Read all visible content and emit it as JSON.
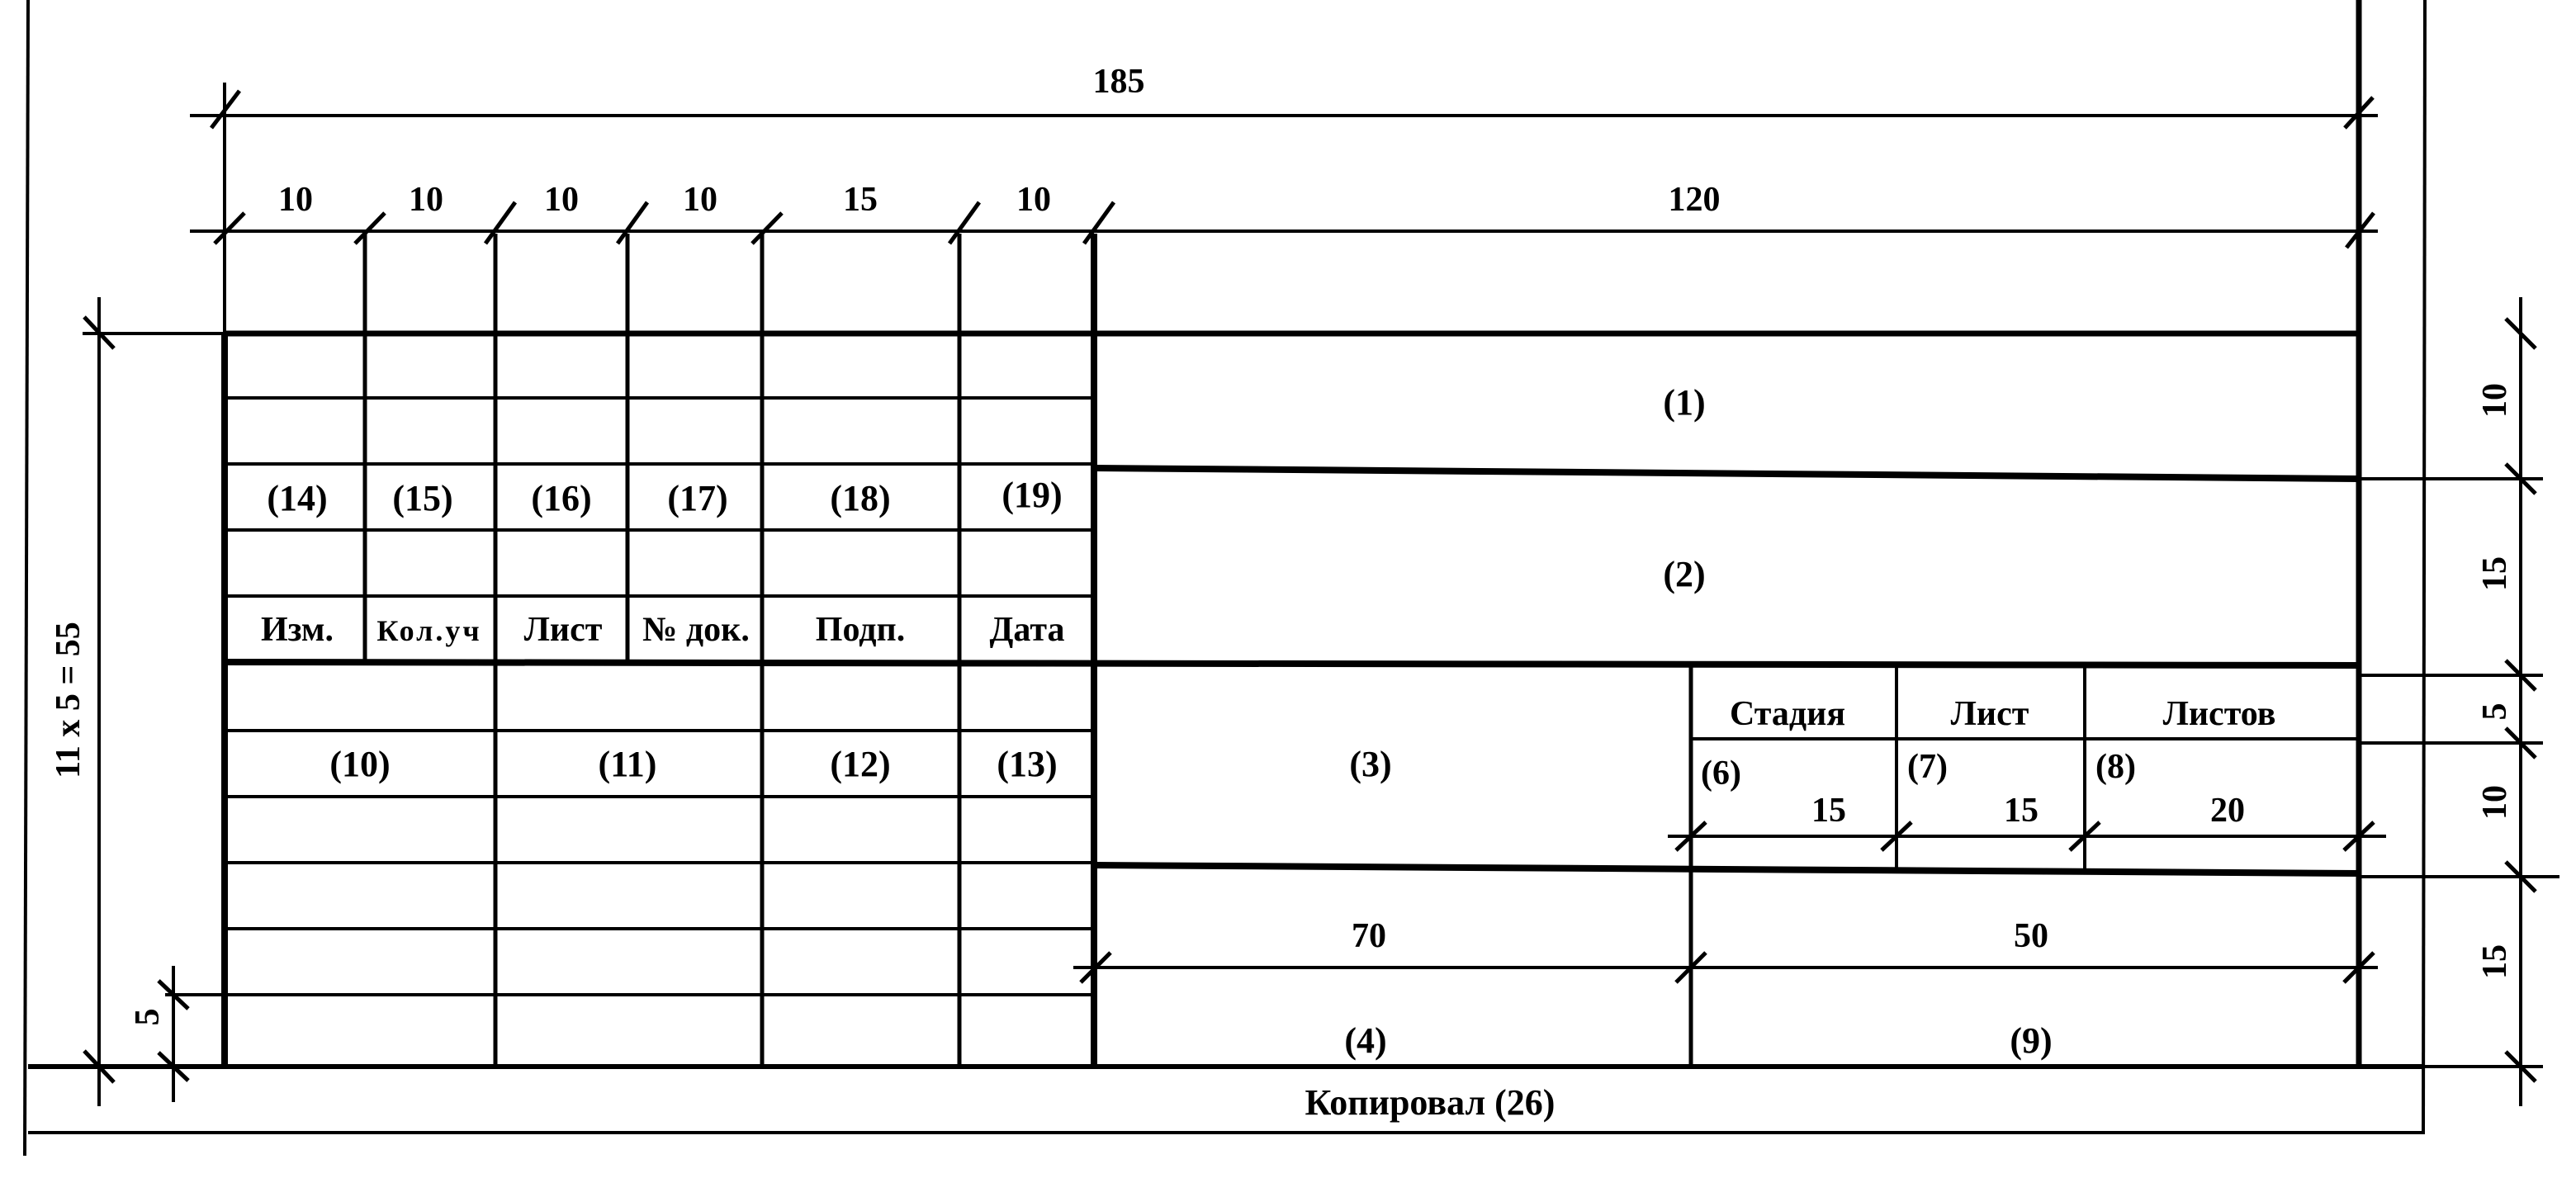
{
  "dimensions": {
    "overall_width": "185",
    "columns_top": [
      "10",
      "10",
      "10",
      "10",
      "15",
      "10"
    ],
    "right_block": "120",
    "row_heights": [
      "10",
      "15",
      "5",
      "10",
      "15"
    ],
    "total_height": "11 x 5 = 55",
    "row_pitch": "5",
    "bottom_left": "70",
    "bottom_right": "50"
  },
  "left_block": {
    "upper_fields": [
      "(14)",
      "(15)",
      "(16)",
      "(17)",
      "(18)",
      "(19)"
    ],
    "header_labels": [
      "Изм.",
      "Кол.уч",
      "Лист",
      "№ док.",
      "Подп.",
      "Дата"
    ],
    "lower_fields": [
      "(10)",
      "(11)",
      "(12)",
      "(13)"
    ]
  },
  "main_block": {
    "field_1": "(1)",
    "field_2": "(2)",
    "field_3": "(3)",
    "field_4": "(4)",
    "field_9": "(9)"
  },
  "stage_block": {
    "headers": [
      "Стадия",
      "Лист",
      "Листов"
    ],
    "fields": [
      "(6)",
      "(7)",
      "(8)"
    ],
    "widths": [
      "15",
      "15",
      "20"
    ]
  },
  "footer": {
    "copied": "Копировал (26)"
  }
}
